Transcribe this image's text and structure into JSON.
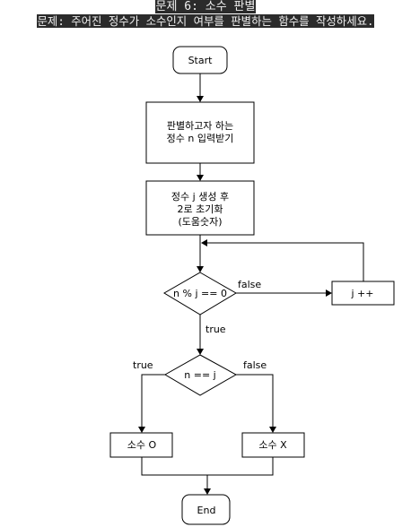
{
  "header": {
    "title": "문제 6: 소수 판별",
    "problem": "문제: 주어진 정수가 소수인지 여부를 판별하는 함수를 작성하세요."
  },
  "flowchart": {
    "start": "Start",
    "input": [
      "판별하고자 하는",
      "정수 n 입력받기"
    ],
    "init": [
      "정수 j 생성 후",
      "2로 초기화",
      "(도움숫자)"
    ],
    "cond_mod": "n % j == 0",
    "increment": "j ++",
    "cond_eq": "n == j",
    "prime_yes": "소수 O",
    "prime_no": "소수 X",
    "end": "End",
    "edge_false_mod": "false",
    "edge_true_mod": "true",
    "edge_true_eq": "true",
    "edge_false_eq": "false"
  }
}
